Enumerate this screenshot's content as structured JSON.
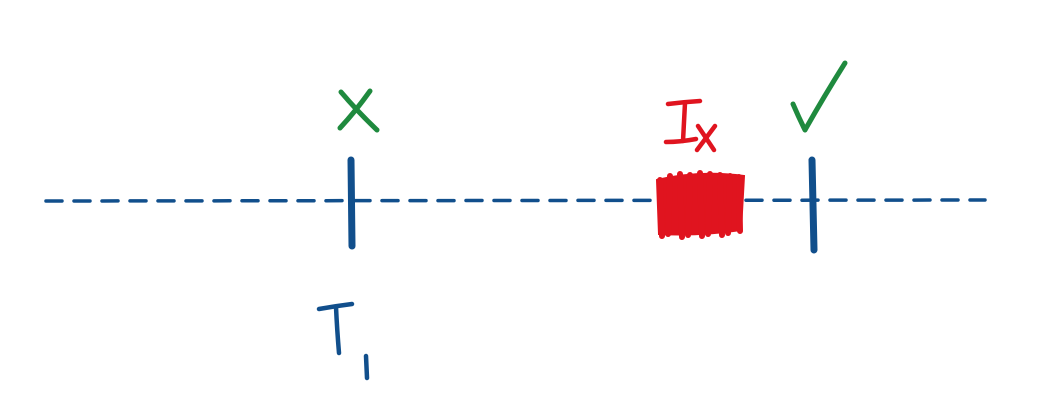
{
  "colors": {
    "axis": "#114f8c",
    "marker": "#114f8c",
    "wrong": "#1f8a3e",
    "right": "#1f8a3e",
    "interval": "#e0141f",
    "label": "#114f8c"
  },
  "marks": {
    "tick_1_label": "T₁",
    "wrong_symbol": "cross-mark",
    "right_symbol": "check-mark",
    "interval_label": "Iₓ"
  }
}
